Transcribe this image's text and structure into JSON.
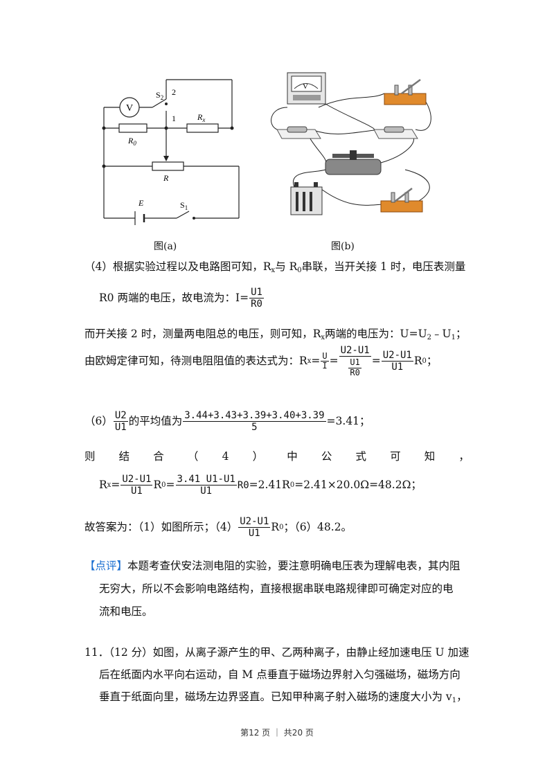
{
  "figure_a": {
    "caption": "图(a)",
    "labels": {
      "s2": "S",
      "s2_sub": "2",
      "pos2": "2",
      "pos1": "1",
      "rx": "R",
      "rx_sub": "x",
      "r0": "R",
      "r0_sub": "0",
      "r": "R",
      "e": "E",
      "s1": "S",
      "s1_sub": "1",
      "v": "V"
    }
  },
  "figure_b": {
    "caption": "图(b)",
    "meter_label": "V"
  },
  "s4": {
    "l1": "（4）根据实验过程以及电路图可知，R",
    "l1_x": "x",
    "l1_mid": "与 R",
    "l1_0": "0",
    "l1_end": "串联，当开关接 1 时，电压表测量",
    "l2": "R0 两端的电压，故电流为：I=",
    "l2_num": "U1",
    "l2_den": "R0",
    "l3_a": "而开关接 2 时，测量两电阻总的电压，则可知，R",
    "l3_x": "x",
    "l3_b": "两端的电压为：U=U",
    "l3_2": "2",
    "l3_c": "﹣U",
    "l3_1": "1",
    "l3_d": "；",
    "l4_a": "由欧姆定律可知，待测电阻阻值的表达式为：R",
    "l4_x": "x",
    "l4_eq": "=",
    "l4_f1_num": "U",
    "l4_f1_den": "I",
    "l4_f2_num": "U2-U1",
    "l4_f2_den_num": "U1",
    "l4_f2_den_den": "R0",
    "l4_f3_num": "U2-U1",
    "l4_f3_den": "U1",
    "l4_r0": "R",
    "l4_r0_sub": "0",
    "l4_end": "；"
  },
  "s6": {
    "l1_a": "（6）",
    "l1_f_num": "U2",
    "l1_f_den": "U1",
    "l1_b": "的平均值为",
    "l1_avg_num": "3.44+3.43+3.39+3.40+3.39",
    "l1_avg_den": "5",
    "l1_c": "=3.41；",
    "l2_chars": [
      "则",
      "结",
      "合",
      "（",
      "4",
      "）",
      "中",
      "公",
      "式",
      "可",
      "知",
      "，"
    ],
    "l3_a": "R",
    "l3_x": "x",
    "l3_eq": "=",
    "l3_f1_num": "U2-U1",
    "l3_f1_den": "U1",
    "l3_r0": "R",
    "l3_r0_sub": "0",
    "l3_eq2": "=",
    "l3_f2_num": "3.41 U1-U1",
    "l3_f2_den": "U1",
    "l3_r0b": "R0",
    "l3_end": "=2.41R",
    "l3_end_sub": "0",
    "l3_end2": "=2.41×20.0Ω=48.2Ω；"
  },
  "answer": {
    "a": "故答案为：（1）如图所示；（4）",
    "f_num": "U2-U1",
    "f_den": "U1",
    "b": "R",
    "b_sub": "0",
    "c": "；（6）48.2。"
  },
  "comment": {
    "tag": "【点评】",
    "l1": "本题考查伏安法测电阻的实验，要注意明确电压表为理解电表，其内阻",
    "l2": "无穷大，所以不会影响电路结构，直接根据串联电路规律即可确定对应的电",
    "l3": "流和电压。"
  },
  "q11": {
    "l1": "11．（12 分）如图，从离子源产生的甲、乙两种离子，由静止经加速电压 U 加速",
    "l2": "后在纸面内水平向右运动，自 M 点垂直于磁场边界射入匀强磁场，磁场方向",
    "l3": "垂直于纸面向里，磁场左边界竖直。已知甲种离子射入磁场的速度大小为 v",
    "l3_sub": "1",
    "l3_end": "，"
  },
  "footer": "第12 页  ｜  共20 页",
  "colors": {
    "comment_tag": "#1a6fd1",
    "switch_base": "#e08a2c",
    "battery": "#333333"
  }
}
